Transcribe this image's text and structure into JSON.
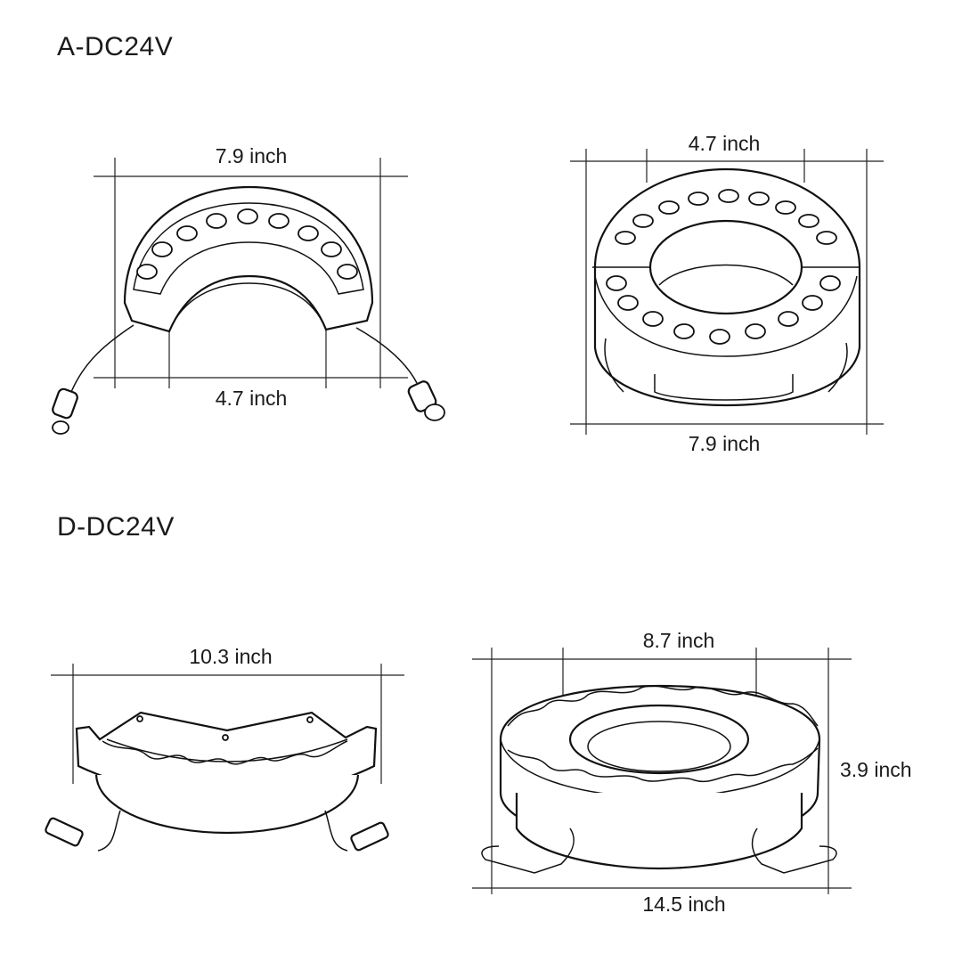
{
  "sections": [
    {
      "title": "A-DC24V",
      "products": [
        {
          "view": "half-ring",
          "led_count": 9,
          "dimensions": {
            "outer_width": "7.9 inch",
            "inner_width": "4.7 inch"
          }
        },
        {
          "view": "full-ring",
          "led_count": 18,
          "dimensions": {
            "inner_width": "4.7 inch",
            "outer_width": "7.9 inch"
          }
        }
      ]
    },
    {
      "title": "D-DC24V",
      "products": [
        {
          "view": "half-ring-wave",
          "dimensions": {
            "outer_width": "10.3 inch"
          }
        },
        {
          "view": "full-ring-wave",
          "dimensions": {
            "inner_width": "8.7 inch",
            "outer_width": "14.5 inch",
            "height": "3.9 inch"
          }
        }
      ]
    }
  ]
}
